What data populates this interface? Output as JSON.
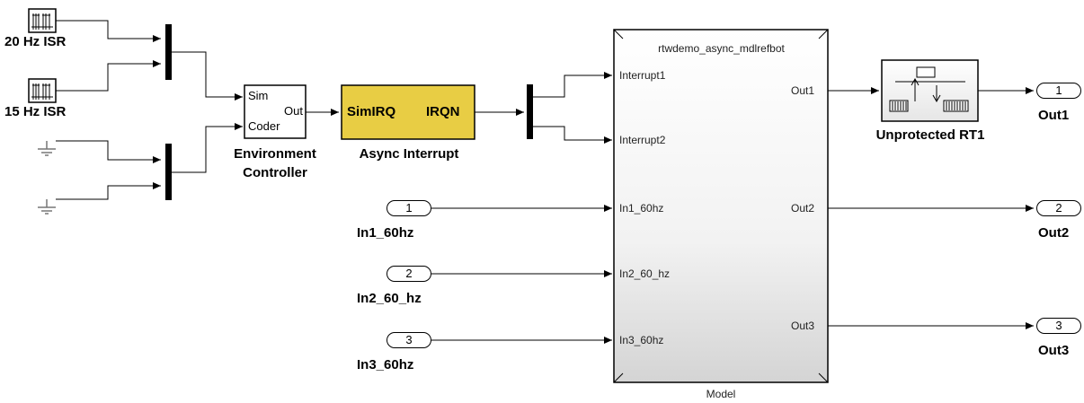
{
  "isr_blocks": [
    {
      "label": "20 Hz ISR"
    },
    {
      "label": "15 Hz ISR"
    }
  ],
  "env_controller": {
    "port_sim": "Sim",
    "port_out": "Out",
    "port_coder": "Coder",
    "label_line1": "Environment",
    "label_line2": "Controller"
  },
  "async_interrupt": {
    "left_text": "SimIRQ",
    "right_text": "IRQN",
    "label": "Async Interrupt",
    "fill_color": "#e8cd44"
  },
  "inports": [
    {
      "number": "1",
      "label": "In1_60hz"
    },
    {
      "number": "2",
      "label": "In2_60_hz"
    },
    {
      "number": "3",
      "label": "In3_60hz"
    }
  ],
  "model_block": {
    "title": "rtwdemo_async_mdlrefbot",
    "caption": "Model",
    "inputs": [
      "Interrupt1",
      "Interrupt2",
      "In1_60hz",
      "In2_60_hz",
      "In3_60hz"
    ],
    "outputs": [
      "Out1",
      "Out2",
      "Out3"
    ]
  },
  "rate_transition": {
    "label": "Unprotected RT1"
  },
  "outports": [
    {
      "number": "1",
      "label": "Out1"
    },
    {
      "number": "2",
      "label": "Out2"
    },
    {
      "number": "3",
      "label": "Out3"
    }
  ],
  "colors": {
    "line": "#000000",
    "block_border": "#000000",
    "model_gradient_top": "#ffffff",
    "model_gradient_bottom": "#d9d9d9"
  },
  "icons": [
    "pulse-train-icon",
    "ground-icon",
    "mux-bar-icon",
    "rate-transition-icon",
    "arrowhead-icon"
  ]
}
